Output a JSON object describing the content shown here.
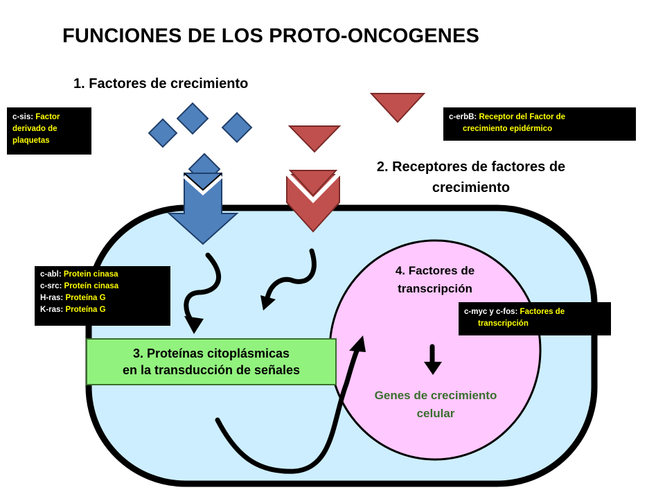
{
  "title": "FUNCIONES DE LOS PROTO-ONCOGENES",
  "section1": "1. Factores de crecimiento",
  "section2": {
    "line1": "2. Receptores de factores de",
    "line2": "crecimiento"
  },
  "section3": {
    "line1": "3. Proteínas citoplásmicas",
    "line2": "en la transducción de señales"
  },
  "section4": {
    "line1": "4. Factores de",
    "line2": "transcripción"
  },
  "genes": {
    "line1": "Genes de crecimiento",
    "line2": "celular"
  },
  "box_csis": {
    "gene": "c-sis:",
    "desc1": "Factor",
    "desc2": "derivado de",
    "desc3": "plaquetas"
  },
  "box_cerbb": {
    "gene": "c-erbB:",
    "desc1": "Receptor del Factor de",
    "desc2": "crecimiento epidérmico"
  },
  "box_kinases": {
    "items": [
      {
        "gene": "c-abl:",
        "desc": "Protein cinasa"
      },
      {
        "gene": "c-src:",
        "desc": "Proteín cinasa"
      },
      {
        "gene": "H-ras:",
        "desc": "Proteína G"
      },
      {
        "gene": "K-ras:",
        "desc": "Proteína G"
      }
    ]
  },
  "box_cmyc": {
    "gene": "c-myc y c-fos:",
    "desc1": "Factores  de",
    "desc2": "transcripción"
  },
  "colors": {
    "blue": "#4f81bd",
    "red": "#c0504d",
    "cell": "#cdeeff",
    "nucleus": "#ffc8ff",
    "green": "#92f27e",
    "gene_text": "#3a6f2f"
  }
}
